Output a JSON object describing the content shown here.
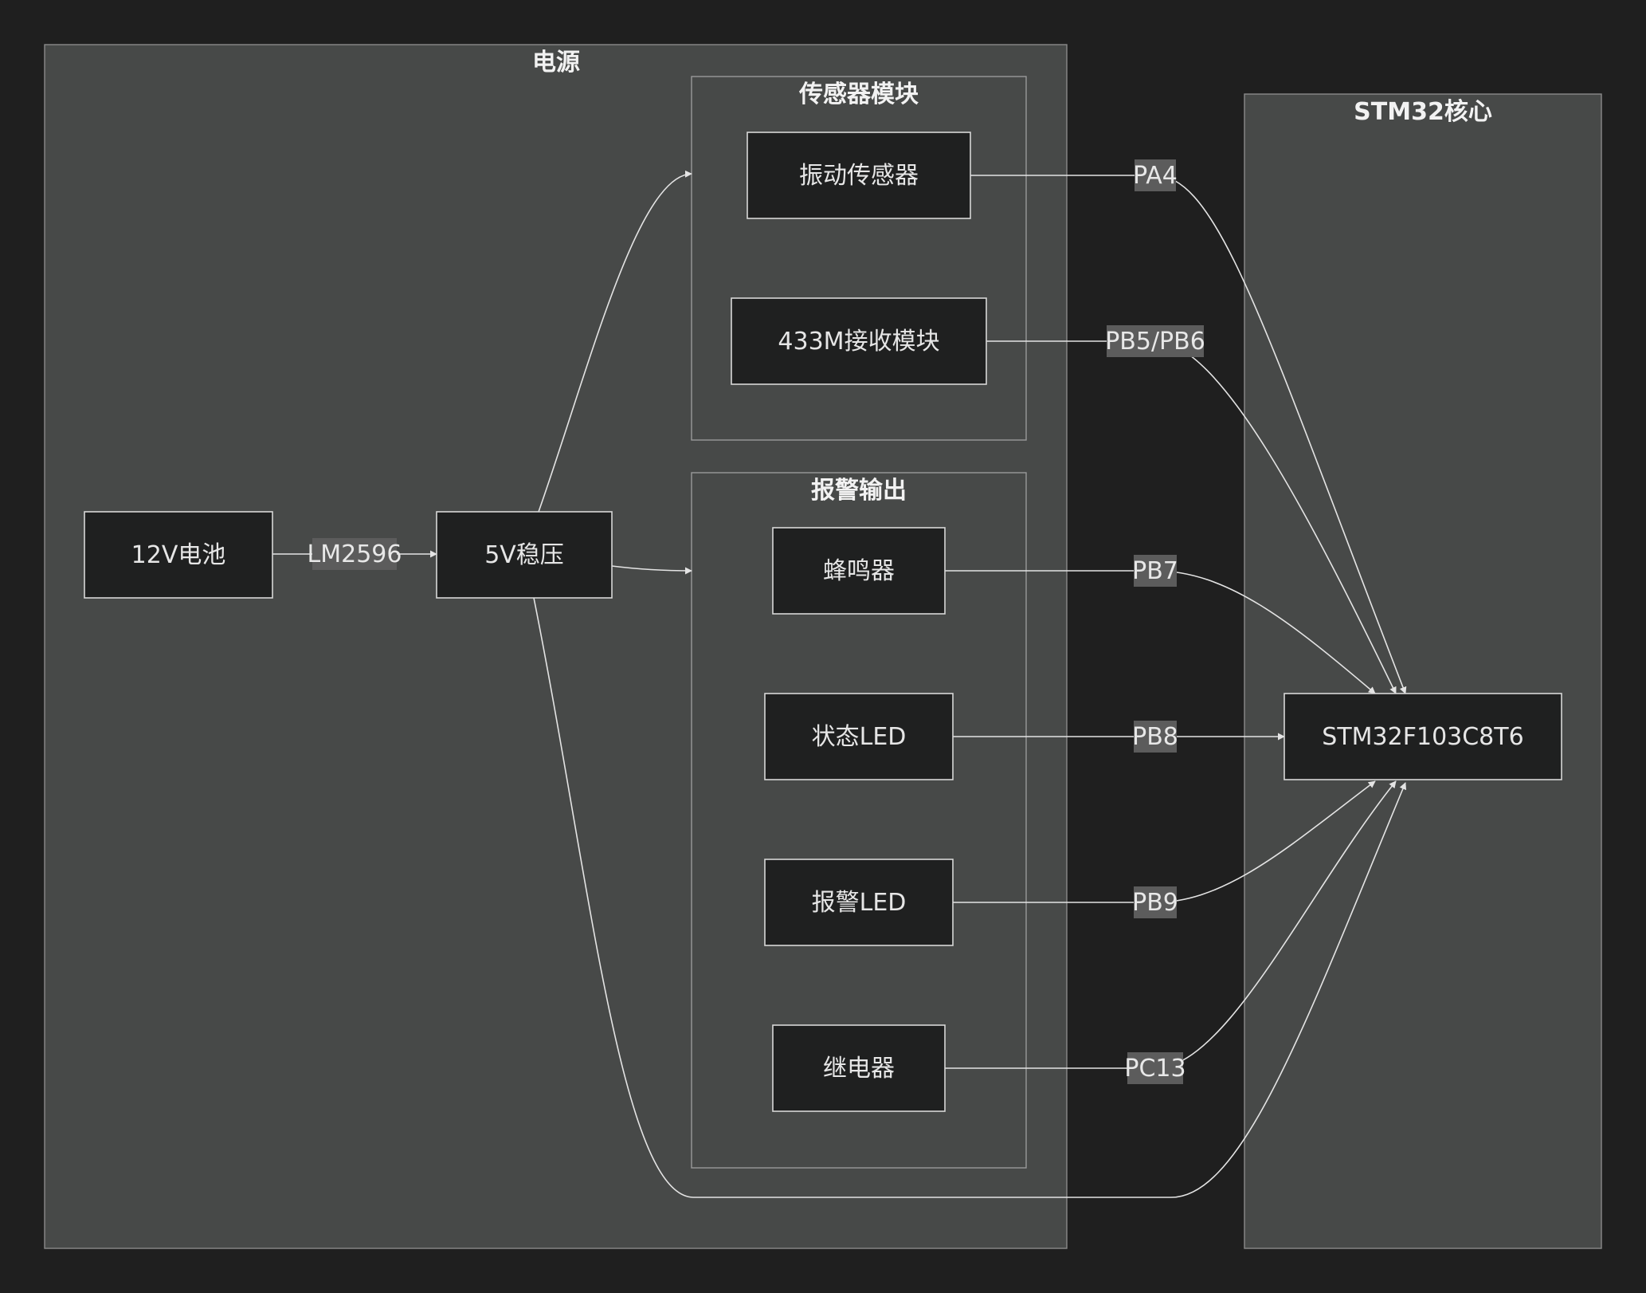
{
  "clusters": {
    "power": {
      "title": "电源"
    },
    "sensor": {
      "title": "传感器模块"
    },
    "alarm": {
      "title": "报警输出"
    },
    "stm32": {
      "title": "STM32核心"
    }
  },
  "nodes": {
    "battery": "12V电池",
    "regulator": "5V稳压",
    "vibration": "振动传感器",
    "receiver": "433M接收模块",
    "buzzer": "蜂鸣器",
    "status_led": "状态LED",
    "alarm_led": "报警LED",
    "relay": "继电器",
    "mcu": "STM32F103C8T6"
  },
  "edge_labels": {
    "lm2596": "LM2596",
    "pa4": "PA4",
    "pb5_pb6": "PB5/PB6",
    "pb7": "PB7",
    "pb8": "PB8",
    "pb9": "PB9",
    "pc13": "PC13"
  },
  "colors": {
    "background": "#1f1f1f",
    "cluster_fill": "#474948",
    "node_fill": "#1f2020",
    "line": "#e4e4e4"
  }
}
